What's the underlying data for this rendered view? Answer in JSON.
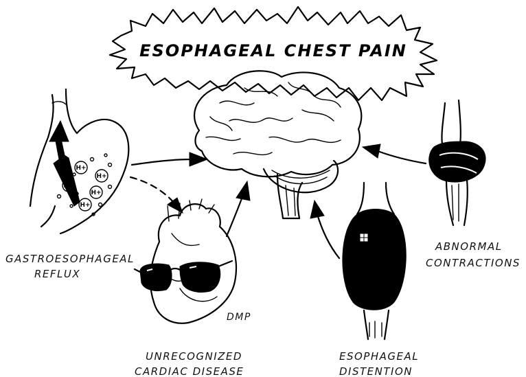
{
  "title": "ESOPHAGEAL CHEST PAIN",
  "causes": {
    "reflux_line1": "GASTROESOPHAGEAL",
    "reflux_line2": "REFLUX",
    "cardiac_line1": "UNRECOGNIZED",
    "cardiac_line2": "CARDIAC DISEASE",
    "distention_line1": "ESOPHAGEAL",
    "distention_line2": "DISTENTION",
    "contractions_line1": "ABNORMAL",
    "contractions_line2": "CONTRACTIONS"
  },
  "ion_label": "H+",
  "signature": "DMP",
  "icons": [
    "brain-icon",
    "stomach-reflux-icon",
    "heart-sunglasses-icon",
    "distended-esophagus-icon",
    "knotted-esophagus-icon"
  ]
}
